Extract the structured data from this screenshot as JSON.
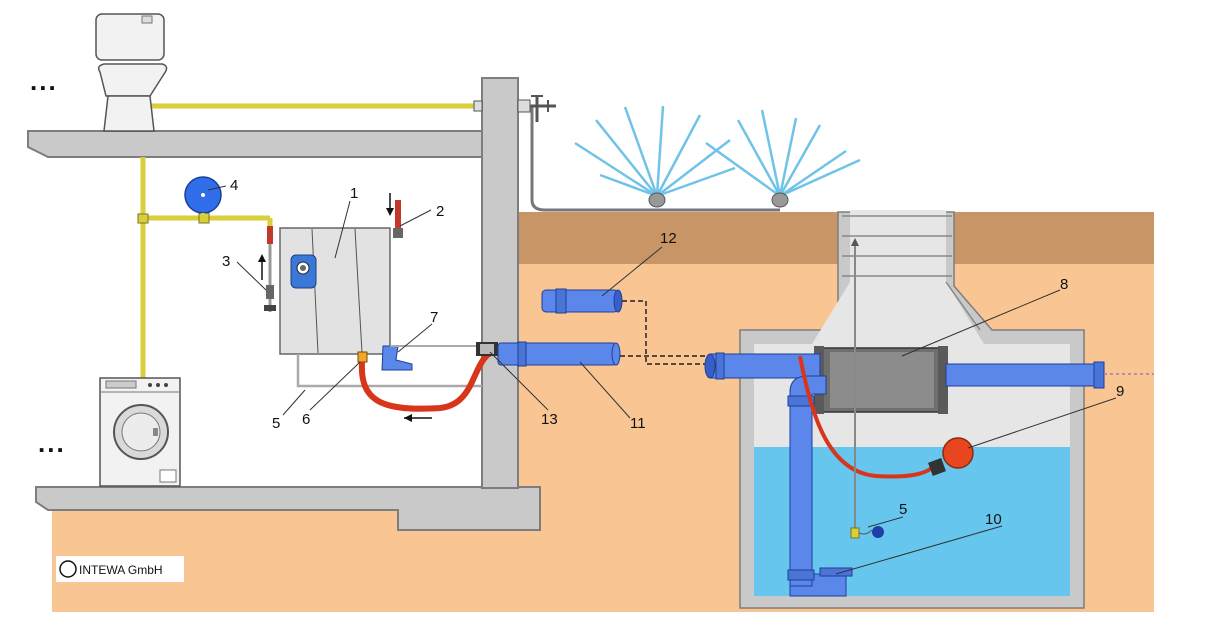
{
  "copyright": {
    "symbol": "©",
    "text": "INTEWA GmbH"
  },
  "ellipsis": "...",
  "labels": {
    "l1": "1",
    "l2": "2",
    "l3": "3",
    "l4": "4",
    "l5a": "5",
    "l5b": "5",
    "l6": "6",
    "l7": "7",
    "l8": "8",
    "l9": "9",
    "l10": "10",
    "l11": "11",
    "l12": "12",
    "l13": "13"
  },
  "colors": {
    "soil": "#f9c693",
    "topsoil": "#c89566",
    "concrete": "#c9c9c9",
    "concrete_dark": "#7d7d7d",
    "water": "#66c6ee",
    "pipe_blue": "#5b87ea",
    "yellow_pipe": "#d9cf3b",
    "hose_red": "#d8361a",
    "sprinkler": "#6fc3e8"
  }
}
